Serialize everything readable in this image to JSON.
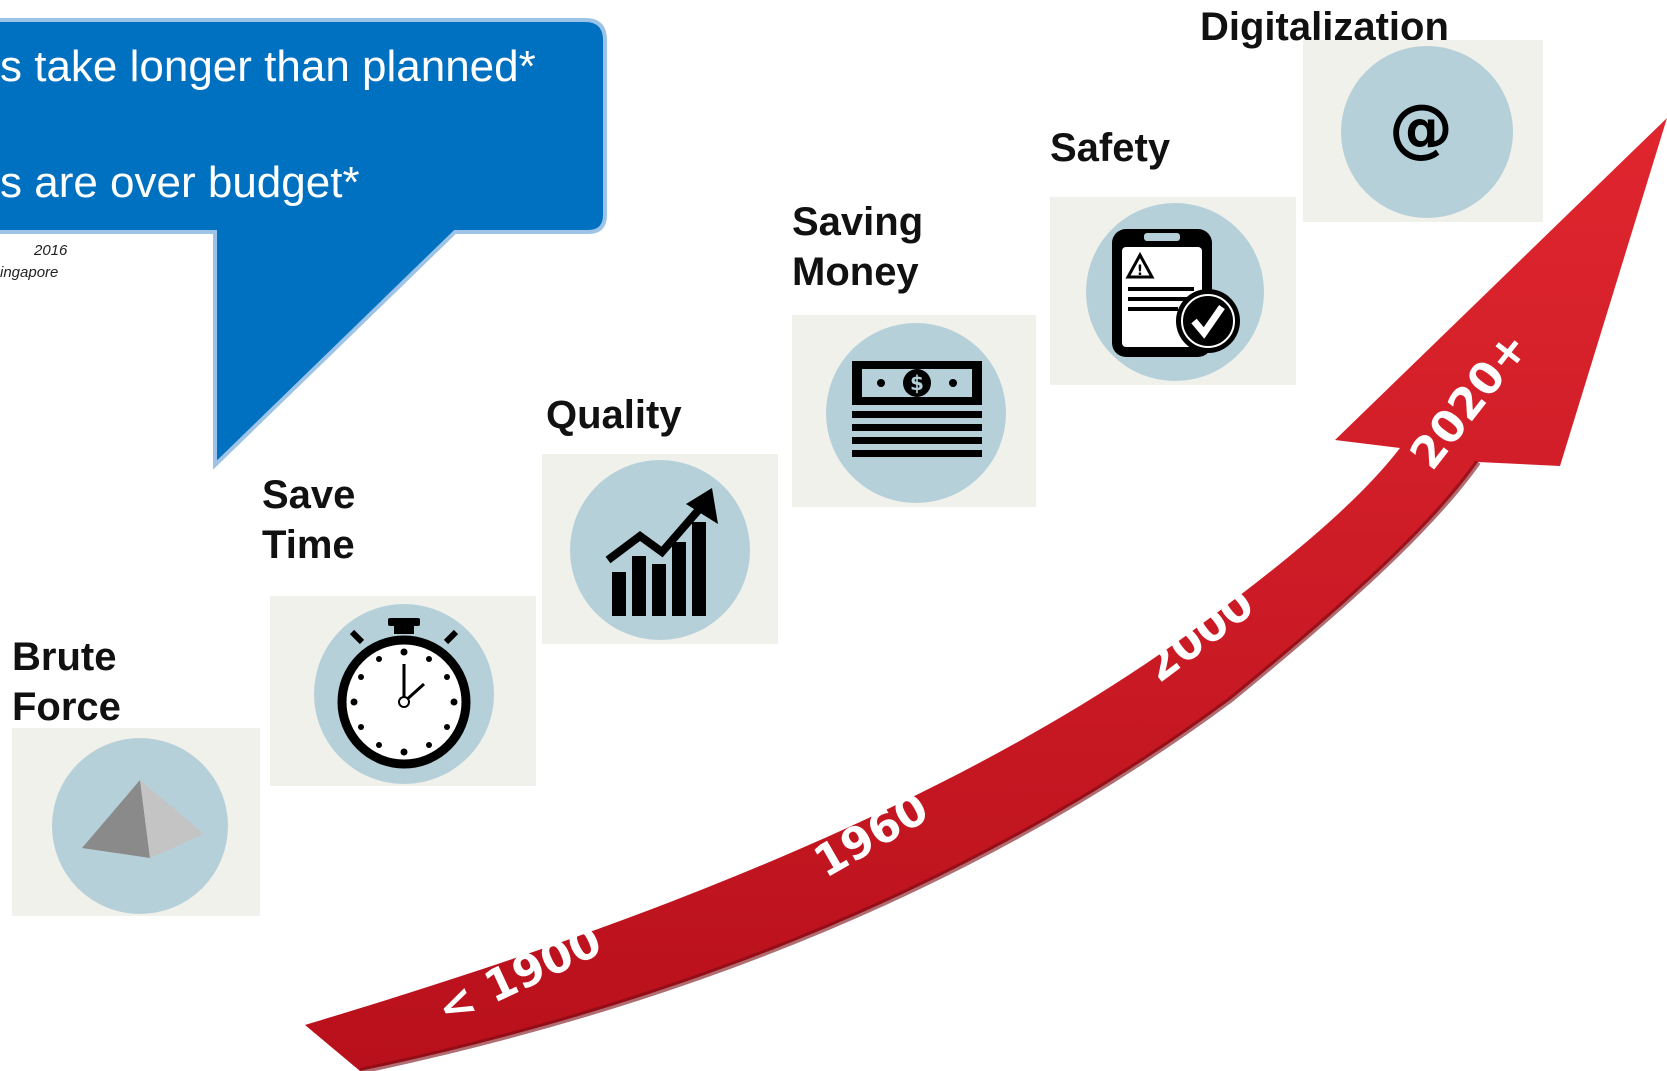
{
  "callout": {
    "line1": "s take longer than planned*",
    "line2": "s are over budget*",
    "footnote1": "2016",
    "footnote2": "ingapore",
    "color": "#0070c0"
  },
  "stages": [
    {
      "label_lines": [
        "Brute",
        "Force"
      ],
      "icon": "pyramid-icon"
    },
    {
      "label_lines": [
        "Save",
        "Time"
      ],
      "icon": "stopwatch-icon"
    },
    {
      "label_lines": [
        "Quality"
      ],
      "icon": "growth-chart-icon"
    },
    {
      "label_lines": [
        "Saving",
        "Money"
      ],
      "icon": "cash-stack-icon"
    },
    {
      "label_lines": [
        "Safety"
      ],
      "icon": "safety-checklist-icon"
    },
    {
      "label_lines": [
        "Digitalization"
      ],
      "icon": "at-sign-icon",
      "symbol": "@"
    }
  ],
  "timeline": {
    "color": "#d0182a",
    "years": [
      "< 1900",
      "1960",
      "2000",
      "2020+"
    ]
  }
}
